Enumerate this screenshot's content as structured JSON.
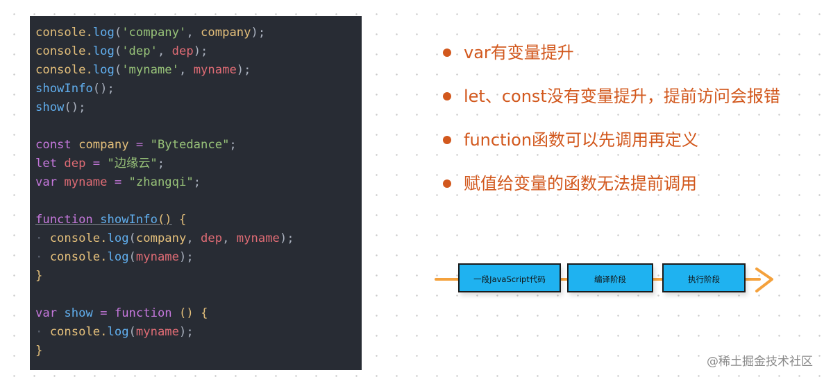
{
  "code": {
    "lines": [
      {
        "tokens": [
          {
            "text": "console",
            "cls": "t-def"
          },
          {
            "text": ".",
            "cls": "t-def"
          },
          {
            "text": "log",
            "cls": "t-fn"
          },
          {
            "text": "(",
            "cls": ""
          },
          {
            "text": "'company'",
            "cls": "t-str"
          },
          {
            "text": ", ",
            "cls": ""
          },
          {
            "text": "company",
            "cls": "t-def"
          },
          {
            "text": ");",
            "cls": ""
          }
        ]
      },
      {
        "tokens": [
          {
            "text": "console",
            "cls": "t-def"
          },
          {
            "text": ".",
            "cls": "t-def"
          },
          {
            "text": "log",
            "cls": "t-fn"
          },
          {
            "text": "(",
            "cls": ""
          },
          {
            "text": "'dep'",
            "cls": "t-str"
          },
          {
            "text": ", ",
            "cls": ""
          },
          {
            "text": "dep",
            "cls": "t-var"
          },
          {
            "text": ");",
            "cls": ""
          }
        ]
      },
      {
        "tokens": [
          {
            "text": "console",
            "cls": "t-def"
          },
          {
            "text": ".",
            "cls": "t-def"
          },
          {
            "text": "log",
            "cls": "t-fn"
          },
          {
            "text": "(",
            "cls": ""
          },
          {
            "text": "'myname'",
            "cls": "t-str"
          },
          {
            "text": ", ",
            "cls": ""
          },
          {
            "text": "myname",
            "cls": "t-var"
          },
          {
            "text": ");",
            "cls": ""
          }
        ]
      },
      {
        "tokens": [
          {
            "text": "showInfo",
            "cls": "t-fn"
          },
          {
            "text": "();",
            "cls": ""
          }
        ]
      },
      {
        "tokens": [
          {
            "text": "show",
            "cls": "t-fn"
          },
          {
            "text": "();",
            "cls": ""
          }
        ]
      },
      {
        "tokens": []
      },
      {
        "tokens": [
          {
            "text": "const",
            "cls": "t-kw"
          },
          {
            "text": " ",
            "cls": ""
          },
          {
            "text": "company",
            "cls": "t-def"
          },
          {
            "text": " = ",
            "cls": "t-kw"
          },
          {
            "text": "\"Bytedance\"",
            "cls": "t-str"
          },
          {
            "text": ";",
            "cls": ""
          }
        ]
      },
      {
        "tokens": [
          {
            "text": "let",
            "cls": "t-kw"
          },
          {
            "text": " ",
            "cls": ""
          },
          {
            "text": "dep",
            "cls": "t-var"
          },
          {
            "text": " = ",
            "cls": "t-kw"
          },
          {
            "text": "\"边缘云\"",
            "cls": "t-str"
          },
          {
            "text": ";",
            "cls": ""
          }
        ]
      },
      {
        "tokens": [
          {
            "text": "var",
            "cls": "t-kw"
          },
          {
            "text": " ",
            "cls": ""
          },
          {
            "text": "myname",
            "cls": "t-var"
          },
          {
            "text": " = ",
            "cls": "t-kw"
          },
          {
            "text": "\"zhangqi\"",
            "cls": "t-str"
          },
          {
            "text": ";",
            "cls": ""
          }
        ]
      },
      {
        "tokens": []
      },
      {
        "tokens": [
          {
            "text": "function",
            "cls": "t-kw t-u"
          },
          {
            "text": " ",
            "cls": "t-u"
          },
          {
            "text": "showInfo",
            "cls": "t-fn t-u"
          },
          {
            "text": "()",
            "cls": "t-p t-u"
          },
          {
            "text": " {",
            "cls": "t-p"
          }
        ]
      },
      {
        "tokens": [
          {
            "text": "· ",
            "cls": "t-ind"
          },
          {
            "text": "console",
            "cls": "t-def"
          },
          {
            "text": ".",
            "cls": "t-def"
          },
          {
            "text": "log",
            "cls": "t-fn"
          },
          {
            "text": "(",
            "cls": ""
          },
          {
            "text": "company",
            "cls": "t-def"
          },
          {
            "text": ", ",
            "cls": ""
          },
          {
            "text": "dep",
            "cls": "t-var"
          },
          {
            "text": ", ",
            "cls": ""
          },
          {
            "text": "myname",
            "cls": "t-var"
          },
          {
            "text": ");",
            "cls": ""
          }
        ]
      },
      {
        "tokens": [
          {
            "text": "· ",
            "cls": "t-ind"
          },
          {
            "text": "console",
            "cls": "t-def"
          },
          {
            "text": ".",
            "cls": "t-def"
          },
          {
            "text": "log",
            "cls": "t-fn"
          },
          {
            "text": "(",
            "cls": ""
          },
          {
            "text": "myname",
            "cls": "t-var"
          },
          {
            "text": ");",
            "cls": ""
          }
        ]
      },
      {
        "tokens": [
          {
            "text": "}",
            "cls": "t-p"
          }
        ]
      },
      {
        "tokens": []
      },
      {
        "tokens": [
          {
            "text": "var",
            "cls": "t-kw"
          },
          {
            "text": " ",
            "cls": ""
          },
          {
            "text": "show",
            "cls": "t-fn"
          },
          {
            "text": " = ",
            "cls": "t-kw"
          },
          {
            "text": "function",
            "cls": "t-kw"
          },
          {
            "text": " ",
            "cls": ""
          },
          {
            "text": "()",
            "cls": "t-p"
          },
          {
            "text": " {",
            "cls": "t-p"
          }
        ]
      },
      {
        "tokens": [
          {
            "text": "· ",
            "cls": "t-ind"
          },
          {
            "text": "console",
            "cls": "t-def"
          },
          {
            "text": ".",
            "cls": "t-def"
          },
          {
            "text": "log",
            "cls": "t-fn"
          },
          {
            "text": "(",
            "cls": ""
          },
          {
            "text": "myname",
            "cls": "t-var"
          },
          {
            "text": ");",
            "cls": ""
          }
        ]
      },
      {
        "tokens": [
          {
            "text": "}",
            "cls": "t-p"
          }
        ]
      }
    ]
  },
  "bullets": [
    "var有变量提升",
    "let、const没有变量提升，提前访问会报错",
    "function函数可以先调用再定义",
    "赋值给变量的函数无法提前调用"
  ],
  "flow": {
    "steps": [
      "一段JavaScript代码",
      "编译阶段",
      "执行阶段"
    ],
    "box_color": "#1fb2f0",
    "arrow_color": "#f4a13c"
  },
  "watermark": "@稀土掘金技术社区",
  "colors": {
    "code_background": "#282c34",
    "bullet_text": "#d2581d"
  }
}
